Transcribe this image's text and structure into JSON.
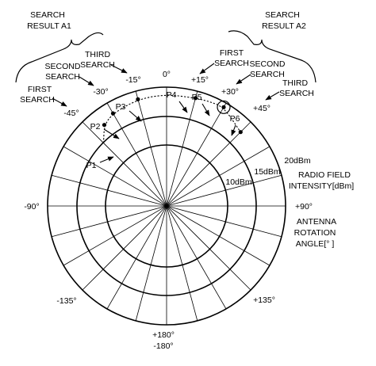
{
  "angle_labels": {
    "a0": "0°",
    "am15": "-15°",
    "ap15": "+15°",
    "am30": "-30°",
    "ap30": "+30°",
    "am45": "-45°",
    "ap45": "+45°",
    "am90": "-90°",
    "ap90": "+90°",
    "am135": "-135°",
    "ap135": "+135°",
    "ap180": "+180°",
    "am180": "-180°"
  },
  "ring_labels": {
    "r10": "10dBm",
    "r15": "15dBm",
    "r20": "20dBm"
  },
  "axis_labels": {
    "intensity_line1": "RADIO FIELD",
    "intensity_line2": "INTENSITY[dBm]",
    "rotation_line1": "ANTENNA",
    "rotation_line2": "ROTATION",
    "rotation_line3": "ANGLE[° ]"
  },
  "groups": {
    "result_a1_line1": "SEARCH",
    "result_a1_line2": "RESULT A1",
    "result_a2_line1": "SEARCH",
    "result_a2_line2": "RESULT A2"
  },
  "search_labels": {
    "left_first_1": "FIRST",
    "left_first_2": "SEARCH",
    "left_second_1": "SECOND",
    "left_second_2": "SEARCH",
    "left_third_1": "THIRD",
    "left_third_2": "SEARCH",
    "right_first_1": "FIRST",
    "right_first_2": "SEARCH",
    "right_second_1": "SECOND",
    "right_second_2": "SEARCH",
    "right_third_1": "THIRD",
    "right_third_2": "SEARCH"
  },
  "points": [
    {
      "id": "P1",
      "label": "P1",
      "angle_deg": -37.5,
      "level": 0.86,
      "highlighted": false
    },
    {
      "id": "P2",
      "label": "P2",
      "angle_deg": -30,
      "level": 0.9,
      "highlighted": false
    },
    {
      "id": "P3",
      "label": "P3",
      "angle_deg": -15,
      "level": 0.93,
      "highlighted": false
    },
    {
      "id": "P4",
      "label": "P4",
      "angle_deg": 15,
      "level": 0.94,
      "highlighted": false
    },
    {
      "id": "P5",
      "label": "P5",
      "angle_deg": 30,
      "level": 0.96,
      "highlighted": true
    },
    {
      "id": "P6",
      "label": "P6",
      "angle_deg": 45,
      "level": 0.88,
      "highlighted": false
    }
  ],
  "curve_points": [
    {
      "angle_deg": -45,
      "level": 0.75
    },
    {
      "angle_deg": -37.5,
      "level": 0.86
    },
    {
      "angle_deg": -30,
      "level": 0.9
    },
    {
      "angle_deg": -15,
      "level": 0.93
    },
    {
      "angle_deg": 0,
      "level": 0.94
    },
    {
      "angle_deg": 15,
      "level": 0.94
    },
    {
      "angle_deg": 22.5,
      "level": 0.95
    },
    {
      "angle_deg": 30,
      "level": 0.96
    },
    {
      "angle_deg": 45,
      "level": 0.88
    }
  ]
}
